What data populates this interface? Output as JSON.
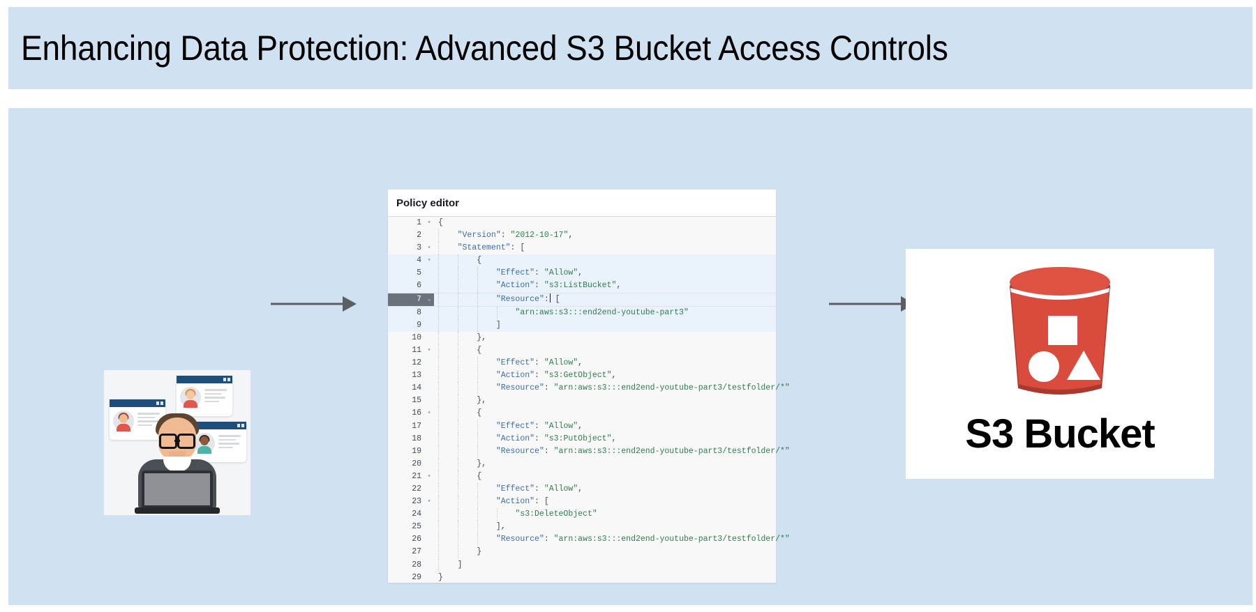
{
  "slide": {
    "title": "Enhancing Data Protection: Advanced S3 Bucket Access Controls",
    "band_color": "#d0e1f2",
    "background": "#ffffff"
  },
  "diagram": {
    "arrows": [
      {
        "name": "user-to-editor",
        "direction": "right",
        "color": "#5a5f66"
      },
      {
        "name": "editor-to-bucket",
        "direction": "right",
        "color": "#5a5f66"
      }
    ],
    "user_illustration": {
      "alt": "Person working on a laptop with three user profile cards",
      "cards": 3
    },
    "bucket": {
      "label": "S3 Bucket",
      "color": "#d94b3c",
      "shadow_color": "#a83a2c"
    }
  },
  "editor": {
    "title": "Policy editor",
    "active_line": 7,
    "selected_lines": [
      4,
      5,
      6,
      7,
      8,
      9
    ],
    "colors": {
      "key": "#3b6ea5",
      "string": "#2e7d4f",
      "punctuation": "#444b53",
      "active_gutter": "#6a727b",
      "selection": "#eaf2fb",
      "background": "#f8f8f8"
    },
    "lines": [
      {
        "n": 1,
        "fold": "open",
        "indent": 0,
        "tokens": [
          {
            "t": "pun",
            "v": "{"
          }
        ]
      },
      {
        "n": 2,
        "fold": "",
        "indent": 1,
        "tokens": [
          {
            "t": "key",
            "v": "\"Version\""
          },
          {
            "t": "pun",
            "v": ": "
          },
          {
            "t": "str",
            "v": "\"2012-10-17\""
          },
          {
            "t": "pun",
            "v": ","
          }
        ]
      },
      {
        "n": 3,
        "fold": "open",
        "indent": 1,
        "tokens": [
          {
            "t": "key",
            "v": "\"Statement\""
          },
          {
            "t": "pun",
            "v": ": ["
          }
        ]
      },
      {
        "n": 4,
        "fold": "open",
        "indent": 2,
        "tokens": [
          {
            "t": "pun",
            "v": "{"
          }
        ]
      },
      {
        "n": 5,
        "fold": "",
        "indent": 3,
        "tokens": [
          {
            "t": "key",
            "v": "\"Effect\""
          },
          {
            "t": "pun",
            "v": ": "
          },
          {
            "t": "str",
            "v": "\"Allow\""
          },
          {
            "t": "pun",
            "v": ","
          }
        ]
      },
      {
        "n": 6,
        "fold": "",
        "indent": 3,
        "tokens": [
          {
            "t": "key",
            "v": "\"Action\""
          },
          {
            "t": "pun",
            "v": ": "
          },
          {
            "t": "str",
            "v": "\"s3:ListBucket\""
          },
          {
            "t": "pun",
            "v": ","
          }
        ]
      },
      {
        "n": 7,
        "fold": "close",
        "indent": 3,
        "tokens": [
          {
            "t": "key",
            "v": "\"Resource\""
          },
          {
            "t": "pun",
            "v": ":"
          },
          {
            "t": "caret",
            "v": ""
          },
          {
            "t": "pun",
            "v": " ["
          }
        ]
      },
      {
        "n": 8,
        "fold": "",
        "indent": 4,
        "tokens": [
          {
            "t": "str",
            "v": "\"arn:aws:s3:::end2end-youtube-part3\""
          }
        ]
      },
      {
        "n": 9,
        "fold": "",
        "indent": 3,
        "tokens": [
          {
            "t": "pun",
            "v": "]"
          }
        ]
      },
      {
        "n": 10,
        "fold": "",
        "indent": 2,
        "tokens": [
          {
            "t": "pun",
            "v": "},"
          }
        ]
      },
      {
        "n": 11,
        "fold": "open",
        "indent": 2,
        "tokens": [
          {
            "t": "pun",
            "v": "{"
          }
        ]
      },
      {
        "n": 12,
        "fold": "",
        "indent": 3,
        "tokens": [
          {
            "t": "key",
            "v": "\"Effect\""
          },
          {
            "t": "pun",
            "v": ": "
          },
          {
            "t": "str",
            "v": "\"Allow\""
          },
          {
            "t": "pun",
            "v": ","
          }
        ]
      },
      {
        "n": 13,
        "fold": "",
        "indent": 3,
        "tokens": [
          {
            "t": "key",
            "v": "\"Action\""
          },
          {
            "t": "pun",
            "v": ": "
          },
          {
            "t": "str",
            "v": "\"s3:GetObject\""
          },
          {
            "t": "pun",
            "v": ","
          }
        ]
      },
      {
        "n": 14,
        "fold": "",
        "indent": 3,
        "tokens": [
          {
            "t": "key",
            "v": "\"Resource\""
          },
          {
            "t": "pun",
            "v": ": "
          },
          {
            "t": "str",
            "v": "\"arn:aws:s3:::end2end-youtube-part3/testfolder/*\""
          }
        ]
      },
      {
        "n": 15,
        "fold": "",
        "indent": 2,
        "tokens": [
          {
            "t": "pun",
            "v": "},"
          }
        ]
      },
      {
        "n": 16,
        "fold": "open",
        "indent": 2,
        "tokens": [
          {
            "t": "pun",
            "v": "{"
          }
        ]
      },
      {
        "n": 17,
        "fold": "",
        "indent": 3,
        "tokens": [
          {
            "t": "key",
            "v": "\"Effect\""
          },
          {
            "t": "pun",
            "v": ": "
          },
          {
            "t": "str",
            "v": "\"Allow\""
          },
          {
            "t": "pun",
            "v": ","
          }
        ]
      },
      {
        "n": 18,
        "fold": "",
        "indent": 3,
        "tokens": [
          {
            "t": "key",
            "v": "\"Action\""
          },
          {
            "t": "pun",
            "v": ": "
          },
          {
            "t": "str",
            "v": "\"s3:PutObject\""
          },
          {
            "t": "pun",
            "v": ","
          }
        ]
      },
      {
        "n": 19,
        "fold": "",
        "indent": 3,
        "tokens": [
          {
            "t": "key",
            "v": "\"Resource\""
          },
          {
            "t": "pun",
            "v": ": "
          },
          {
            "t": "str",
            "v": "\"arn:aws:s3:::end2end-youtube-part3/testfolder/*\""
          }
        ]
      },
      {
        "n": 20,
        "fold": "",
        "indent": 2,
        "tokens": [
          {
            "t": "pun",
            "v": "},"
          }
        ]
      },
      {
        "n": 21,
        "fold": "open",
        "indent": 2,
        "tokens": [
          {
            "t": "pun",
            "v": "{"
          }
        ]
      },
      {
        "n": 22,
        "fold": "",
        "indent": 3,
        "tokens": [
          {
            "t": "key",
            "v": "\"Effect\""
          },
          {
            "t": "pun",
            "v": ": "
          },
          {
            "t": "str",
            "v": "\"Allow\""
          },
          {
            "t": "pun",
            "v": ","
          }
        ]
      },
      {
        "n": 23,
        "fold": "open",
        "indent": 3,
        "tokens": [
          {
            "t": "key",
            "v": "\"Action\""
          },
          {
            "t": "pun",
            "v": ": ["
          }
        ]
      },
      {
        "n": 24,
        "fold": "",
        "indent": 4,
        "tokens": [
          {
            "t": "str",
            "v": "\"s3:DeleteObject\""
          }
        ]
      },
      {
        "n": 25,
        "fold": "",
        "indent": 3,
        "tokens": [
          {
            "t": "pun",
            "v": "],"
          }
        ]
      },
      {
        "n": 26,
        "fold": "",
        "indent": 3,
        "tokens": [
          {
            "t": "key",
            "v": "\"Resource\""
          },
          {
            "t": "pun",
            "v": ": "
          },
          {
            "t": "str",
            "v": "\"arn:aws:s3:::end2end-youtube-part3/testfolder/*\""
          }
        ]
      },
      {
        "n": 27,
        "fold": "",
        "indent": 2,
        "tokens": [
          {
            "t": "pun",
            "v": "}"
          }
        ]
      },
      {
        "n": 28,
        "fold": "",
        "indent": 1,
        "tokens": [
          {
            "t": "pun",
            "v": "]"
          }
        ]
      },
      {
        "n": 29,
        "fold": "",
        "indent": 0,
        "tokens": [
          {
            "t": "pun",
            "v": "}"
          }
        ]
      }
    ]
  }
}
